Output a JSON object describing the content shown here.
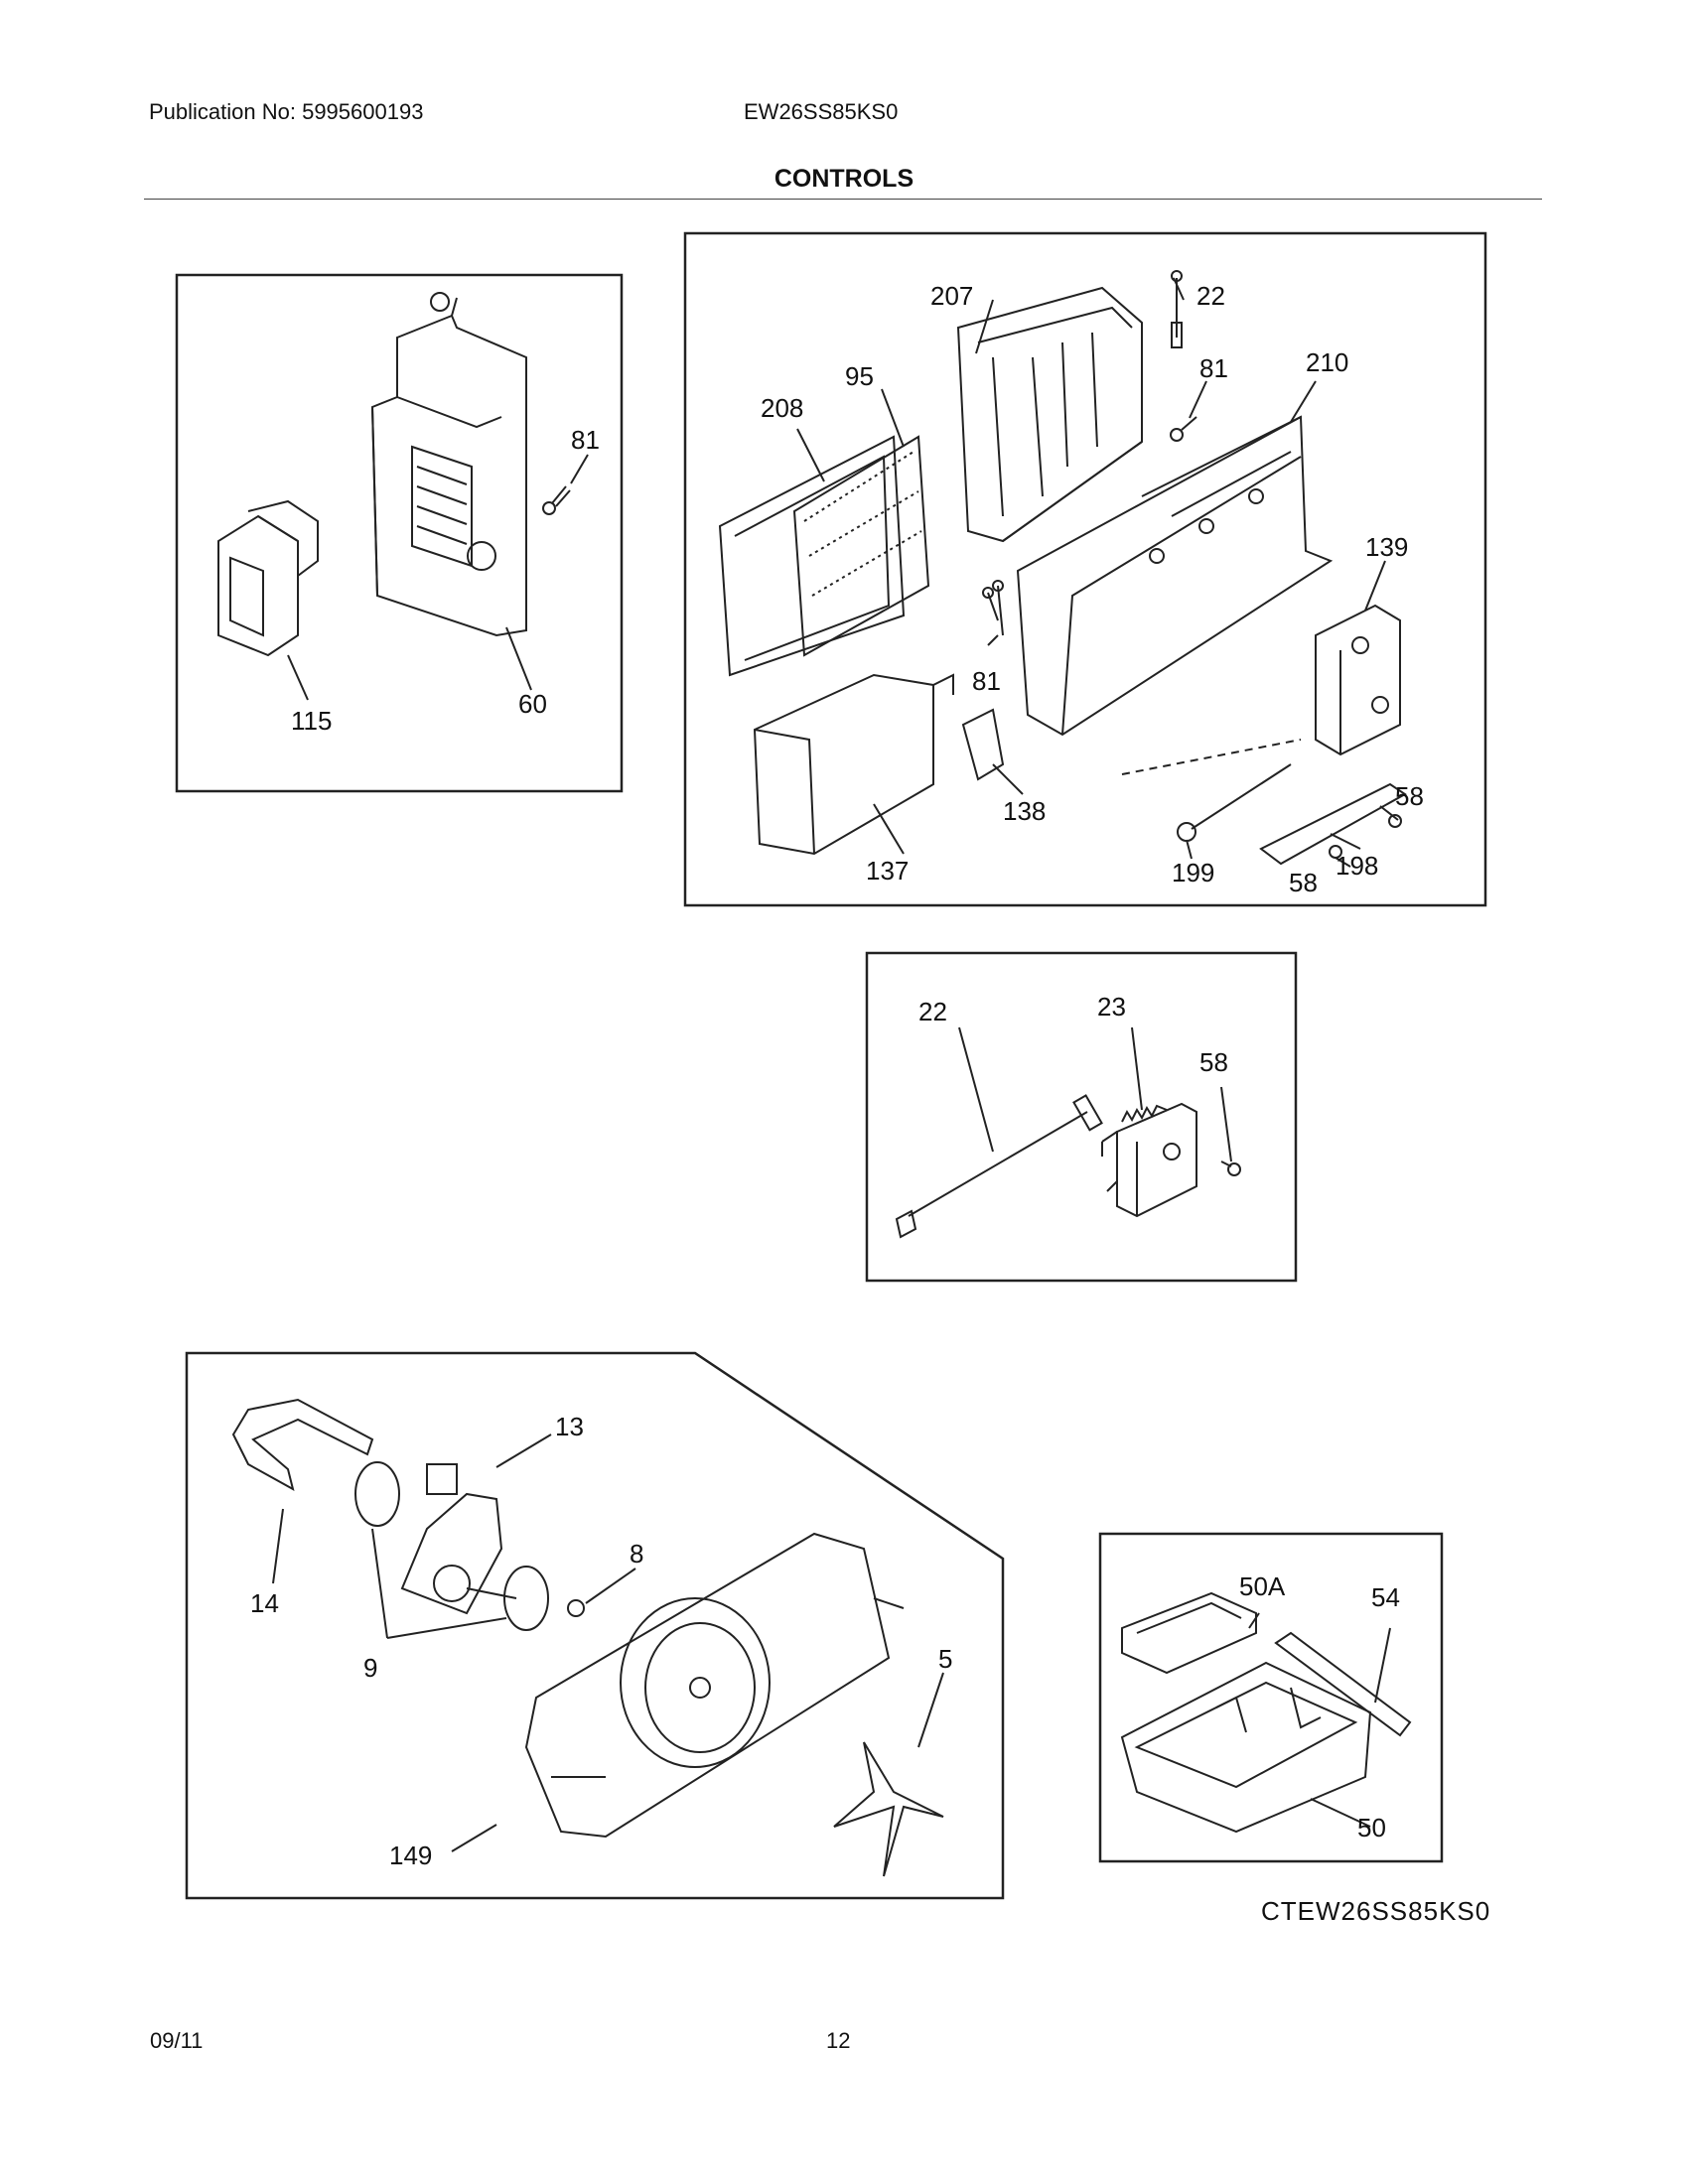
{
  "header": {
    "publication": "Publication No: 5995600193",
    "model": "EW26SS85KS0",
    "title": "CONTROLS"
  },
  "footer": {
    "date": "09/11",
    "page": "12"
  },
  "diagram_code": "CTEW26SS85KS0",
  "panels": {
    "dispenser_housing": {
      "callouts": [
        "81",
        "115",
        "60"
      ]
    },
    "control_assembly": {
      "callouts": [
        "207",
        "22",
        "81",
        "210",
        "95",
        "208",
        "139",
        "81",
        "138",
        "58",
        "137",
        "199",
        "58",
        "198"
      ]
    },
    "sensor_cover": {
      "callouts": [
        "22",
        "23",
        "58"
      ]
    },
    "fan_assembly": {
      "callouts": [
        "13",
        "14",
        "8",
        "9",
        "5",
        "149"
      ]
    },
    "control_box": {
      "callouts": [
        "50A",
        "54",
        "50"
      ]
    }
  }
}
